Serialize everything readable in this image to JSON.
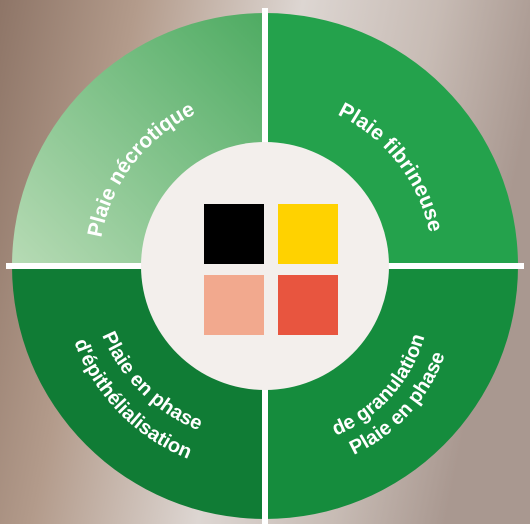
{
  "diagram": {
    "quadrants": [
      {
        "id": "necrotic",
        "label": "Plaie nécrotique",
        "lines": [
          "Plaie nécrotique"
        ],
        "color": "#8fc98f"
      },
      {
        "id": "fibrinous",
        "label": "Plaie fibrineuse",
        "lines": [
          "Plaie fibrineuse"
        ],
        "color": "#23a24d"
      },
      {
        "id": "granulation",
        "label": "Plaie en phase de granulation",
        "lines": [
          "Plaie en phase",
          "de granulation"
        ],
        "color": "#148a3c"
      },
      {
        "id": "epithelialisation",
        "label": "Plaie en phase d'épithélialisation",
        "lines": [
          "Plaie en phase",
          "d'épithélialisation"
        ],
        "color": "#0f7a33"
      }
    ],
    "swatches": [
      {
        "name": "black-swatch",
        "color": "#000000"
      },
      {
        "name": "yellow-swatch",
        "color": "#ffd200"
      },
      {
        "name": "pink-swatch",
        "color": "#f2a98e"
      },
      {
        "name": "red-swatch",
        "color": "#e8553f"
      }
    ]
  }
}
